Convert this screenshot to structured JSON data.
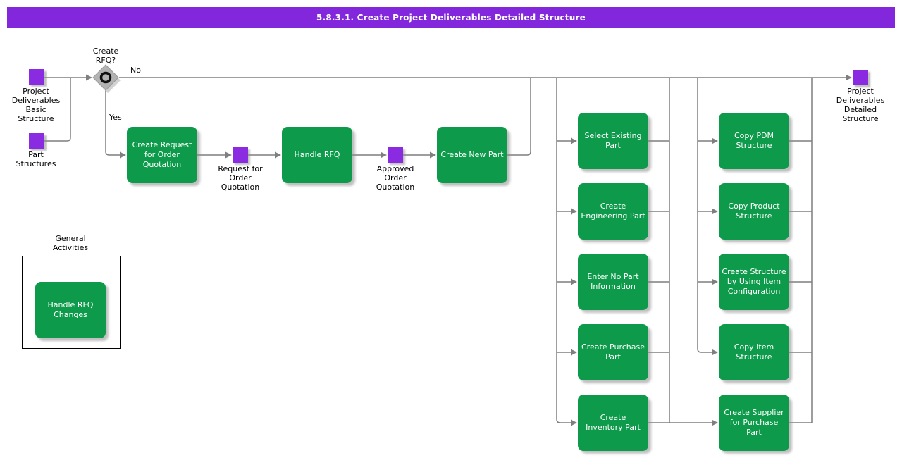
{
  "banner": {
    "title": "5.8.3.1. Create Project Deliverables Detailed Structure"
  },
  "colors": {
    "banner_purple": "#8227db",
    "artifact_purple": "#8a2be2",
    "activity_green": "#0d9a4a",
    "connector_gray": "#7f7f7f",
    "gateway_gray": "#b3b3b3"
  },
  "decision": {
    "question": "Create\nRFQ?",
    "no": "No",
    "yes": "Yes"
  },
  "artifacts": {
    "basic": {
      "label": "Project\nDeliverables\nBasic\nStructure"
    },
    "parts": {
      "label": "Part\nStructures"
    },
    "rfq": {
      "label": "Request for\nOrder\nQuotation"
    },
    "approved": {
      "label": "Approved\nOrder\nQuotation"
    },
    "detailed": {
      "label": "Project\nDeliverables\nDetailed\nStructure"
    }
  },
  "flow": {
    "create_request": {
      "label": "Create Request\nfor Order\nQuotation"
    },
    "handle_rfq": {
      "label": "Handle RFQ"
    },
    "create_new_part": {
      "label": "Create New Part"
    }
  },
  "selection_activities": [
    {
      "label": "Select Existing\nPart"
    },
    {
      "label": "Create\nEngineering Part"
    },
    {
      "label": "Enter No Part\nInformation"
    },
    {
      "label": "Create Purchase\nPart"
    },
    {
      "label": "Create\nInventory Part"
    }
  ],
  "structure_activities": [
    {
      "label": "Copy PDM\nStructure"
    },
    {
      "label": "Copy Product\nStructure"
    },
    {
      "label": "Create Structure\nby Using Item\nConfiguration"
    },
    {
      "label": "Copy Item\nStructure"
    },
    {
      "label": "Create Supplier\nfor Purchase\nPart"
    }
  ],
  "general": {
    "title": "General\nActivities",
    "handle_rfq_changes": {
      "label": "Handle RFQ\nChanges"
    }
  }
}
